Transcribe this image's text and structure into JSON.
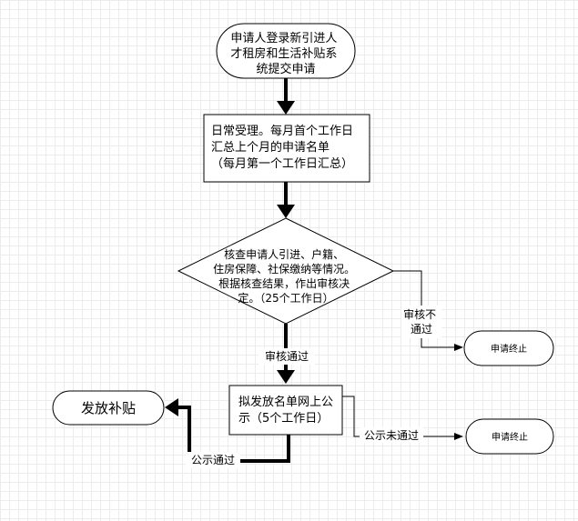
{
  "flowchart": {
    "start": {
      "lines": [
        "申请人登录新引进人",
        "才租房和生活补贴系",
        "统提交申请"
      ]
    },
    "step1": {
      "lines": [
        "日常受理。每月首个工作日",
        "汇总上个月的申请名单",
        "（每月第一个工作日汇总）"
      ]
    },
    "decision": {
      "lines": [
        "核查申请人引进、户籍、",
        "住房保障、社保缴纳等情况。",
        "根据核查结果，作出审核决",
        "定。（25个工作日）"
      ]
    },
    "reject_label": {
      "lines": [
        "审核不",
        "通过"
      ]
    },
    "end_reject_1": {
      "label": "申请终止"
    },
    "pass_label": {
      "text": "审核通过"
    },
    "step2": {
      "lines": [
        "拟发放名单网上公",
        "示（5个工作日）"
      ]
    },
    "publicity_fail_label": {
      "text": "公示未通过"
    },
    "end_reject_2": {
      "label": "申请终止"
    },
    "publicity_pass_label": {
      "text": "公示通过"
    },
    "end_grant": {
      "label": "发放补贴"
    }
  }
}
